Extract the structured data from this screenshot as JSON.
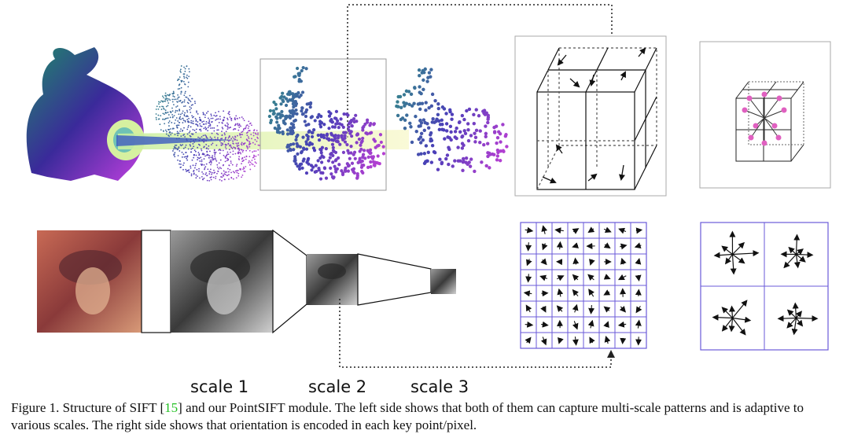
{
  "figure": {
    "scale_labels": [
      "scale 1",
      "scale 2",
      "scale 3"
    ],
    "caption": {
      "prefix": "Figure 1. Structure of SIFT [",
      "ref": "15",
      "suffix": "] and our PointSIFT module. The left side shows that both of them can capture multi-scale patterns and is adaptive to various scales. The right side shows that orientation is encoded in each key point/pixel."
    },
    "colors": {
      "point_cloud_start": "#2f9a7f",
      "point_cloud_mid": "#4a3fb8",
      "point_cloud_end": "#c53fd6",
      "grid_purple": "#6a5ad8",
      "keypoint_pink": "#e060c0",
      "caption_ref": "#22c022"
    }
  }
}
